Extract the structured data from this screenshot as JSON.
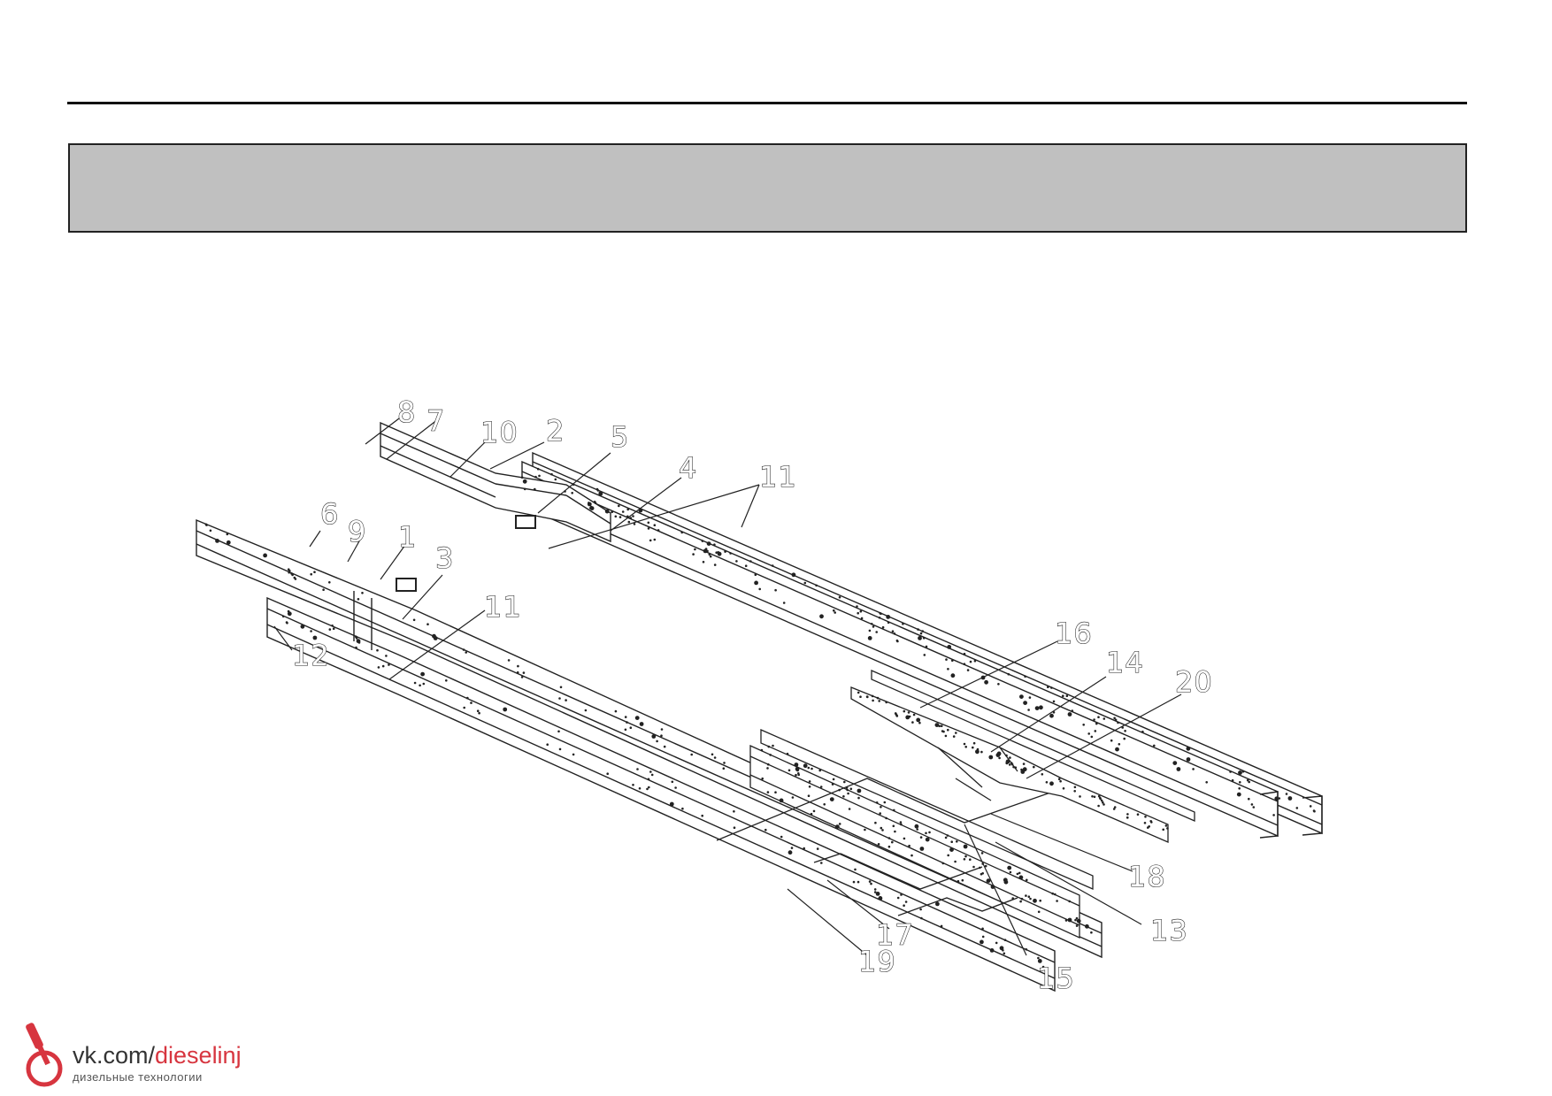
{
  "header": {
    "title_bar_text": ""
  },
  "diagram": {
    "callouts": [
      "1",
      "2",
      "3",
      "4",
      "5",
      "6",
      "7",
      "8",
      "9",
      "10",
      "11",
      "11",
      "12",
      "13",
      "14",
      "15",
      "16",
      "17",
      "18",
      "19",
      "20"
    ]
  },
  "watermark": {
    "url_prefix": "vk.com/",
    "url_highlight": "dieselinj",
    "subtitle": "дизельные технологии",
    "accent_color": "#d7353f",
    "icon": "injector-logo-icon"
  }
}
